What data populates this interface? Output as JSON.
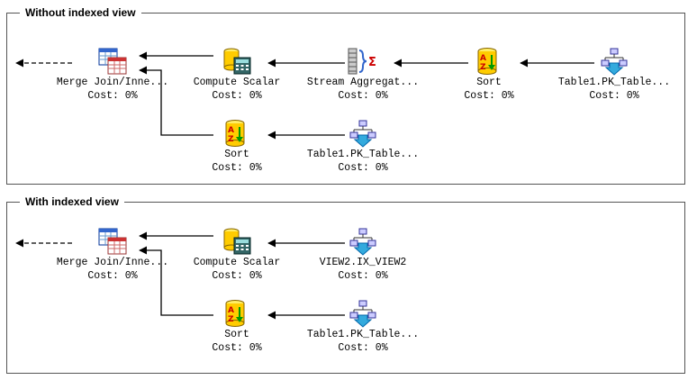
{
  "sections": [
    {
      "title": "Without indexed view",
      "top_row": [
        {
          "label": "Merge Join/Inne...",
          "cost": "Cost: 0%",
          "icon": "merge-join-icon"
        },
        {
          "label": "Compute Scalar",
          "cost": "Cost: 0%",
          "icon": "compute-scalar-icon"
        },
        {
          "label": "Stream Aggregat...",
          "cost": "Cost: 0%",
          "icon": "stream-aggregate-icon"
        },
        {
          "label": "Sort",
          "cost": "Cost: 0%",
          "icon": "sort-icon"
        },
        {
          "label": "Table1.PK_Table...",
          "cost": "Cost: 0%",
          "icon": "index-scan-icon"
        }
      ],
      "bottom_row": [
        {
          "label": "Sort",
          "cost": "Cost: 0%",
          "icon": "sort-icon"
        },
        {
          "label": "Table1.PK_Table...",
          "cost": "Cost: 0%",
          "icon": "index-scan-icon"
        }
      ]
    },
    {
      "title": "With indexed view",
      "top_row": [
        {
          "label": "Merge Join/Inne...",
          "cost": "Cost: 0%",
          "icon": "merge-join-icon"
        },
        {
          "label": "Compute Scalar",
          "cost": "Cost: 0%",
          "icon": "compute-scalar-icon"
        },
        {
          "label": "VIEW2.IX_VIEW2",
          "cost": "Cost: 0%",
          "icon": "index-scan-icon"
        }
      ],
      "bottom_row": [
        {
          "label": "Sort",
          "cost": "Cost: 0%",
          "icon": "sort-icon"
        },
        {
          "label": "Table1.PK_Table...",
          "cost": "Cost: 0%",
          "icon": "index-scan-icon"
        }
      ]
    }
  ]
}
